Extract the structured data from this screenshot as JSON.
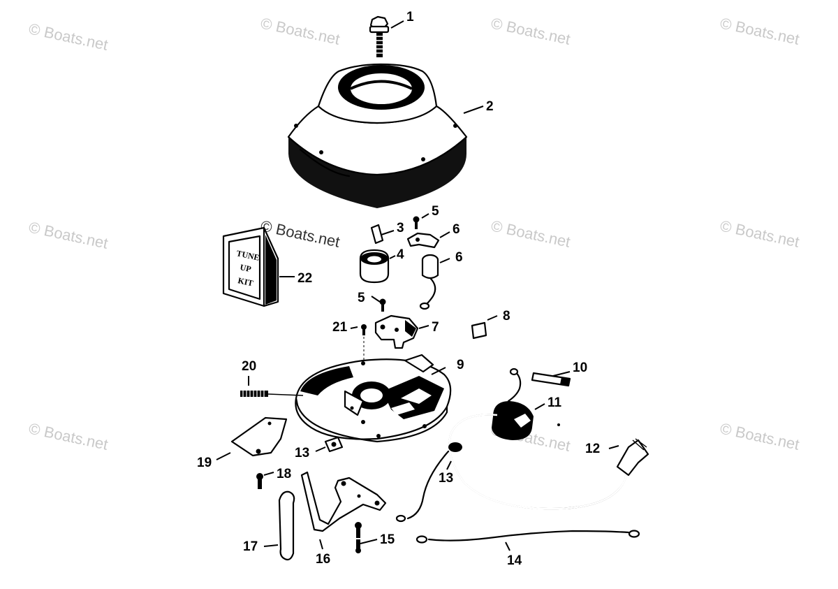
{
  "watermark": "© Boats.net",
  "tune_up_kit_label": [
    "TUNE",
    "UP",
    "KIT"
  ],
  "callouts": {
    "c1": "1",
    "c2": "2",
    "c3": "3",
    "c4": "4",
    "c5a": "5",
    "c5b": "5",
    "c6a": "6",
    "c6b": "6",
    "c7": "7",
    "c8": "8",
    "c9": "9",
    "c10": "10",
    "c11": "11",
    "c12": "12",
    "c13a": "13",
    "c13b": "13",
    "c14": "14",
    "c15": "15",
    "c16": "16",
    "c17": "17",
    "c18": "18",
    "c19": "19",
    "c20": "20",
    "c21": "21",
    "c22": "22"
  }
}
